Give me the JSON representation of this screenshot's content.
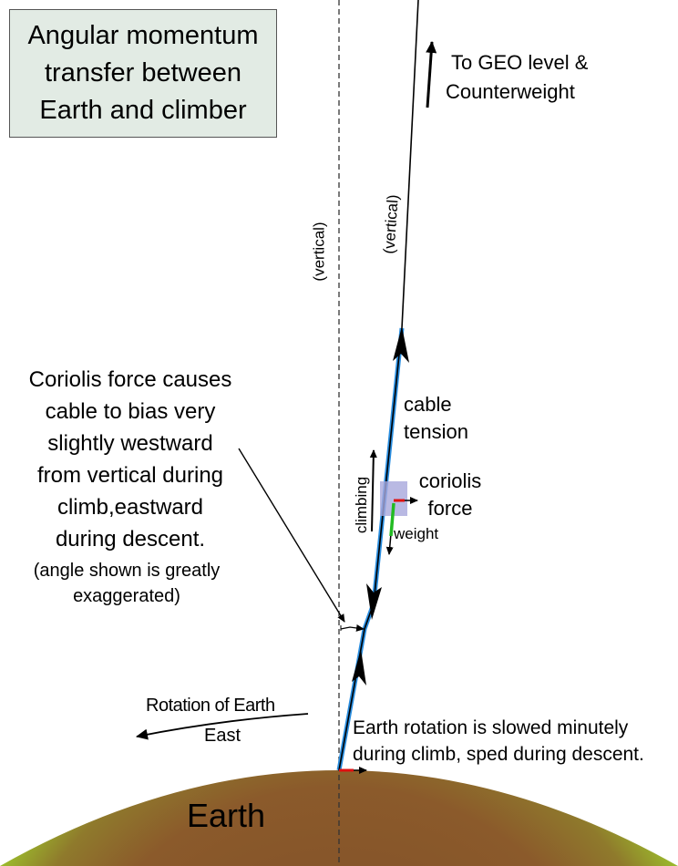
{
  "title": {
    "lines": [
      "Angular momentum",
      "transfer between",
      "Earth and climber"
    ]
  },
  "labels": {
    "to_geo": [
      "To GEO level &",
      "Counterweight"
    ],
    "vertical_dashed": "(vertical)",
    "vertical_cable": "(vertical)",
    "cable_tension": [
      "cable",
      "tension"
    ],
    "coriolis_force": [
      "coriolis",
      "force"
    ],
    "weight": "weight",
    "climbing": "climbing",
    "coriolis_explanation": [
      "Coriolis force causes",
      "cable to bias very",
      "slightly westward",
      "from vertical during",
      "climb,eastward",
      "during descent."
    ],
    "angle_note": [
      "(angle shown is greatly",
      "exaggerated)"
    ],
    "rotation_of_earth": "Rotation of Earth",
    "east": "East",
    "earth_rotation_note": [
      "Earth rotation is slowed minutely",
      "during climb, sped during descent."
    ],
    "earth": "Earth"
  },
  "colors": {
    "title_box_bg": "#e2ebe4",
    "cable_blue": "#2a8ee0",
    "force_red": "#e01010",
    "weight_green": "#22bb22",
    "climber_box": "#a8a8dc",
    "earth_green": "#9cbf2c",
    "earth_brown": "#8b5a2b"
  }
}
